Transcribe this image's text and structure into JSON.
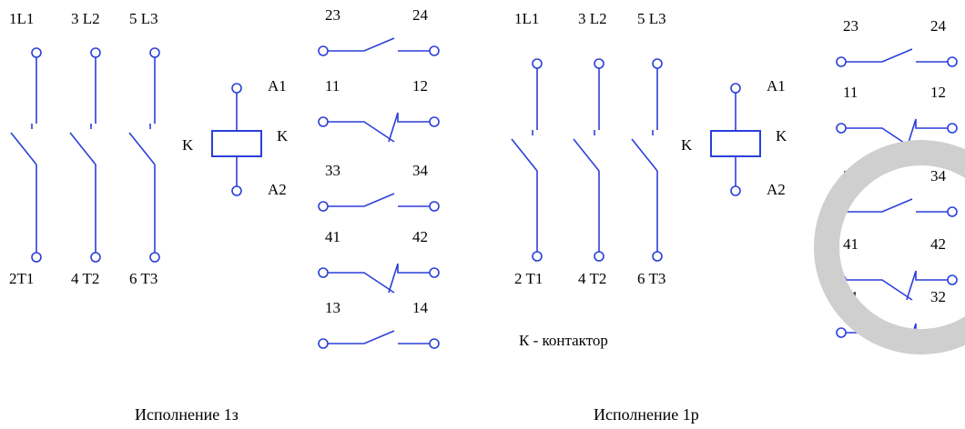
{
  "panels": [
    {
      "poles": [
        {
          "top": "1L1",
          "bottom": "2T1"
        },
        {
          "top": "3 L2",
          "bottom": "4 T2"
        },
        {
          "top": "5 L3",
          "bottom": "6 T3"
        }
      ],
      "coil": {
        "left_label": "K",
        "right_label": "K",
        "top_terminal": "A1",
        "bottom_terminal": "A2"
      },
      "contacts": [
        {
          "left": "23",
          "right": "24",
          "kind": "no"
        },
        {
          "left": "11",
          "right": "12",
          "kind": "nc"
        },
        {
          "left": "33",
          "right": "34",
          "kind": "no"
        },
        {
          "left": "41",
          "right": "42",
          "kind": "nc"
        },
        {
          "left": "13",
          "right": "14",
          "kind": "no"
        }
      ],
      "caption": "Исполнение 1з"
    },
    {
      "poles": [
        {
          "top": "1L1",
          "bottom": "2 T1"
        },
        {
          "top": "3 L2",
          "bottom": "4 T2"
        },
        {
          "top": "5 L3",
          "bottom": "6 T3"
        }
      ],
      "coil": {
        "left_label": "K",
        "right_label": "K",
        "top_terminal": "A1",
        "bottom_terminal": "A2"
      },
      "contacts": [
        {
          "left": "23",
          "right": "24",
          "kind": "no"
        },
        {
          "left": "11",
          "right": "12",
          "kind": "nc"
        },
        {
          "left": "33",
          "right": "34",
          "kind": "no"
        },
        {
          "left": "41",
          "right": "42",
          "kind": "nc"
        },
        {
          "left": "31",
          "right": "32",
          "kind": "nc"
        }
      ],
      "legend": "К - контактор",
      "caption": "Исполнение 1р"
    }
  ],
  "colors": {
    "line": "#2a3fd9",
    "text": "#000000",
    "watermark": "#cfcfcf"
  }
}
